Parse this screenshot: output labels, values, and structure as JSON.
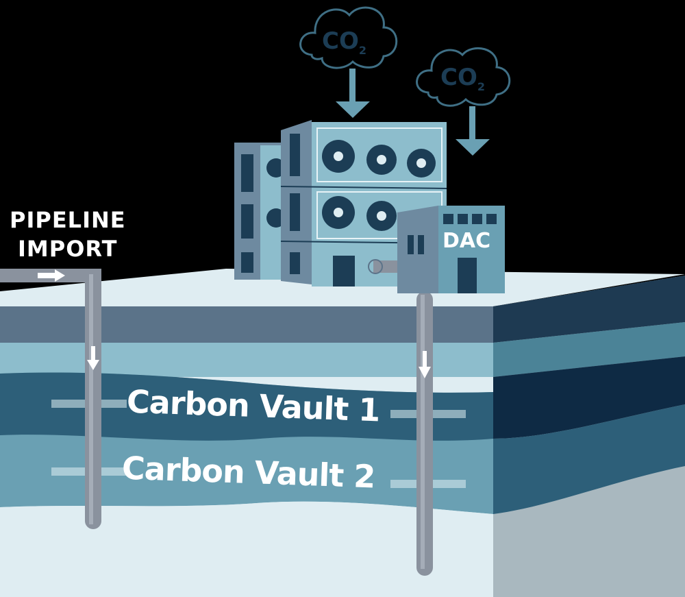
{
  "labels": {
    "pipeline_line1": "PIPELINE",
    "pipeline_line2": "IMPORT",
    "dac": "DAC",
    "vault1": "Carbon Vault 1",
    "vault2": "Carbon Vault 2",
    "co2_main": "CO",
    "co2_sub": "2"
  },
  "colors": {
    "dark_navy": "#1c3d55",
    "slate": "#5b7389",
    "light_teal": "#8dbdcc",
    "deep_teal": "#2d5f79",
    "mid_teal": "#6aa0b3",
    "pale": "#dfedf2",
    "pipe": "#8a929e"
  }
}
